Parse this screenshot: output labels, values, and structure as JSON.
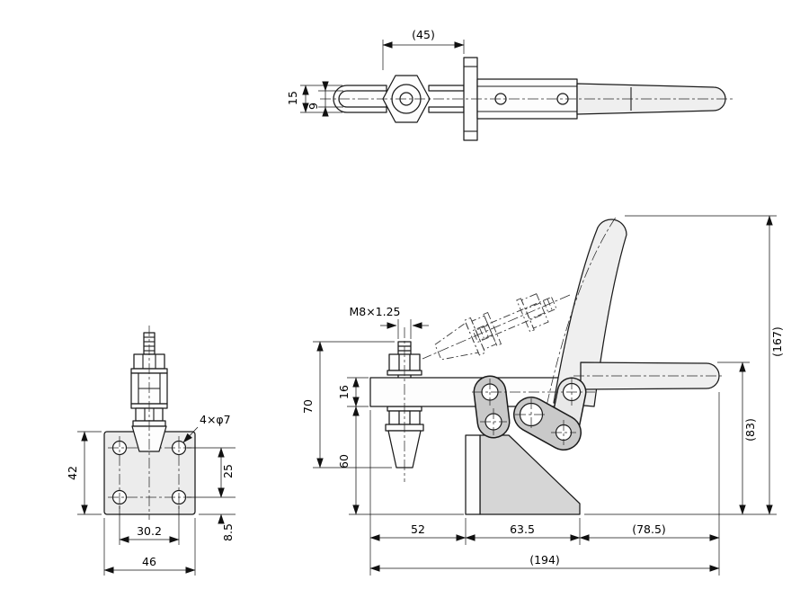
{
  "drawing": {
    "colors": {
      "line": "#1a1a1a",
      "fill_light": "#efefef",
      "fill_mid": "#d6d6d6",
      "fill_dark": "#c9c9c9"
    },
    "views": {
      "top": {
        "d45": "(45)",
        "d15": "15",
        "d9": "9"
      },
      "front": {
        "callout": "4×φ7",
        "d42": "42",
        "d25": "25",
        "d85": "8.5",
        "d302": "30.2",
        "d46": "46"
      },
      "side": {
        "thread": "M8×1.25",
        "d70": "70",
        "d16": "16",
        "d60": "60",
        "d167": "(167)",
        "d83": "(83)",
        "d52": "52",
        "d635": "63.5",
        "d785": "(78.5)",
        "d194": "(194)"
      }
    }
  }
}
